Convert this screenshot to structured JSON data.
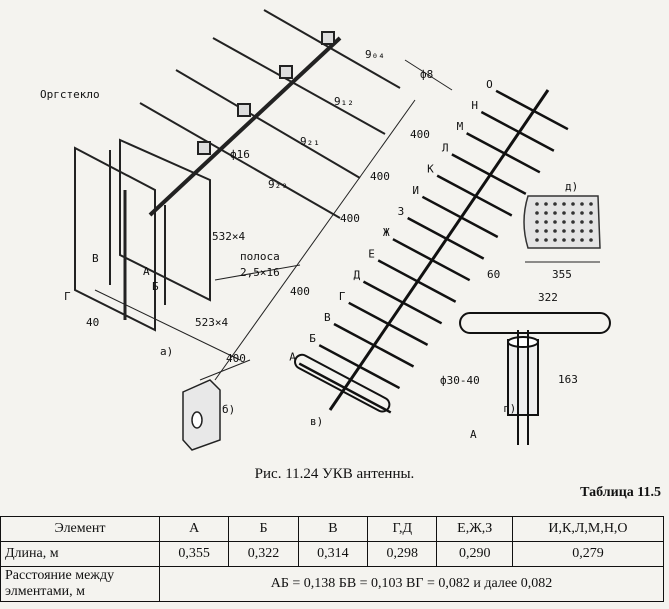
{
  "figure": {
    "label_orgsteklo": "Оргстекло",
    "label_904": "9₀₄",
    "label_phi8": "ф8",
    "label_912": "9₁₂",
    "label_921": "9₂₁",
    "label_929": "9₂₉",
    "label_phi16": "ф16",
    "label_400": "400",
    "label_532": "532×4",
    "label_polosa": "полоса",
    "label_polosa_size": "2,5×16",
    "label_523": "523×4",
    "label_40": "40",
    "label_G": "Г",
    "label_V": "В",
    "label_A": "А",
    "label_B": "Б",
    "label_a": "а)",
    "label_b": "б)",
    "label_v": "в)",
    "label_g": "г)",
    "label_d": "д)",
    "label_355": "355",
    "label_60": "60",
    "label_322": "322",
    "label_phi3040": "ф30-40",
    "label_163": "163",
    "yagi_letters": [
      "А",
      "Б",
      "В",
      "Г",
      "Д",
      "Е",
      "Ж",
      "З",
      "И",
      "К",
      "Л",
      "М",
      "Н",
      "О"
    ]
  },
  "caption": "Рис. 11.24 УКВ антенны.",
  "table_title": "Таблица 11.5",
  "table": {
    "headers": [
      "Элемент",
      "А",
      "Б",
      "В",
      "Г,Д",
      "Е,Ж,З",
      "И,К,Л,М,Н,О"
    ],
    "row_length": [
      "Длина, м",
      "0,355",
      "0,322",
      "0,314",
      "0,298",
      "0,290",
      "0,279"
    ],
    "row_distance_label": "Расстояние между элментами, м",
    "row_distance_value": "АБ = 0,138   БВ = 0,103    ВГ = 0,082 и далее 0,082"
  }
}
